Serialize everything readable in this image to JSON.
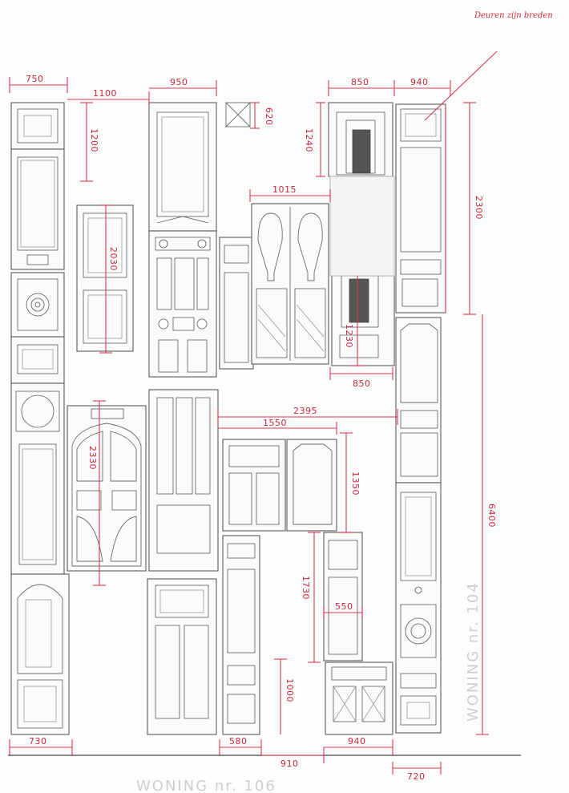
{
  "note": "Deuren zijn breden",
  "watermark_vertical": "WONING nr. 104",
  "watermark_bottom": "WONING nr. 106",
  "dimensions": {
    "d750": "750",
    "d1100": "1100",
    "d950": "950",
    "d620": "620",
    "d850_top": "850",
    "d940_top": "940",
    "d1200_left": "1200",
    "d1240": "1240",
    "d2300": "2300",
    "d1015": "1015",
    "d2030": "2030",
    "d1230": "1230",
    "d850_mid": "850",
    "d2395": "2395",
    "d1550": "1550",
    "d2330": "2330",
    "d1350": "1350",
    "d6400": "6400",
    "d1730": "1730",
    "d550": "550",
    "d1000": "1000",
    "d730": "730",
    "d580": "580",
    "d940_bot": "940",
    "d910": "910",
    "d720": "720"
  }
}
